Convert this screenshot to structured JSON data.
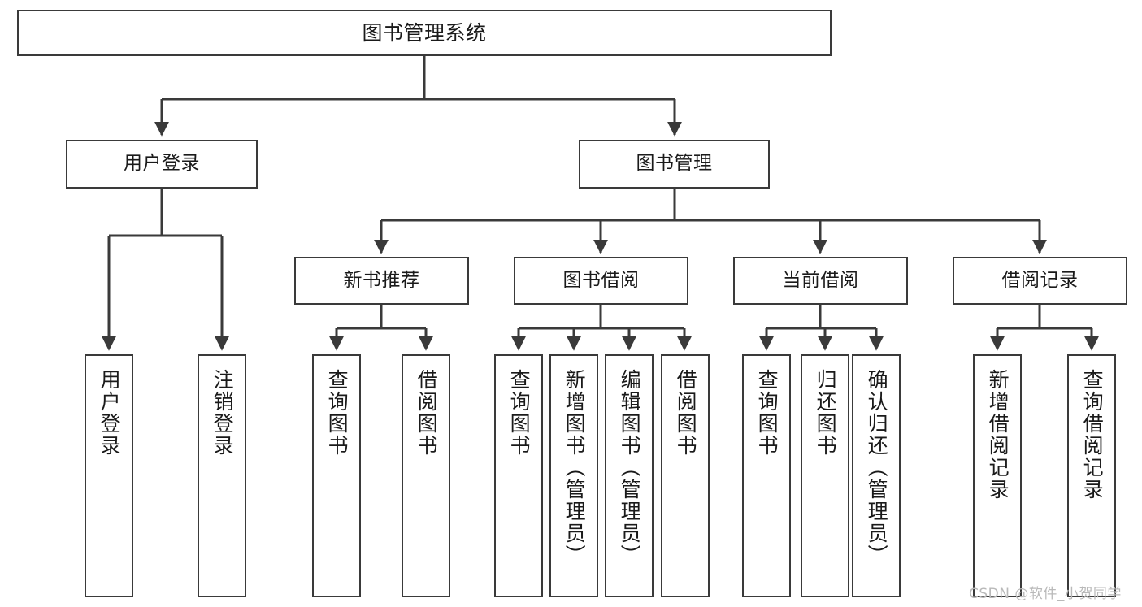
{
  "diagram": {
    "type": "tree",
    "title": "图书管理系统",
    "theme": {
      "background": "#ffffff",
      "box_border": "#3a3a3a",
      "box_fill": "#ffffff",
      "text": "#1a1a1a",
      "connector": "#3a3a3a",
      "watermark": "#b9b9b9"
    },
    "root": {
      "label": "图书管理系统"
    },
    "level1": [
      {
        "label": "用户登录"
      },
      {
        "label": "图书管理"
      }
    ],
    "level2": [
      {
        "label": "新书推荐"
      },
      {
        "label": "图书借阅"
      },
      {
        "label": "当前借阅"
      },
      {
        "label": "借阅记录"
      }
    ],
    "leaves": {
      "user_login": [
        {
          "label": "用户登录"
        },
        {
          "label": "注销登录"
        }
      ],
      "new_book_recommend": [
        {
          "label": "查询图书"
        },
        {
          "label": "借阅图书"
        }
      ],
      "book_borrow": [
        {
          "label": "查询图书"
        },
        {
          "label": "新增图书（管理员）"
        },
        {
          "label": "编辑图书（管理员）"
        },
        {
          "label": "借阅图书"
        }
      ],
      "current_borrow": [
        {
          "label": "查询图书"
        },
        {
          "label": "归还图书"
        },
        {
          "label": "确认归还（管理员）"
        }
      ],
      "borrow_record": [
        {
          "label": "新增借阅记录"
        },
        {
          "label": "查询借阅记录"
        }
      ]
    }
  },
  "watermark": {
    "text": "CSDN @软件_小贺同学"
  }
}
